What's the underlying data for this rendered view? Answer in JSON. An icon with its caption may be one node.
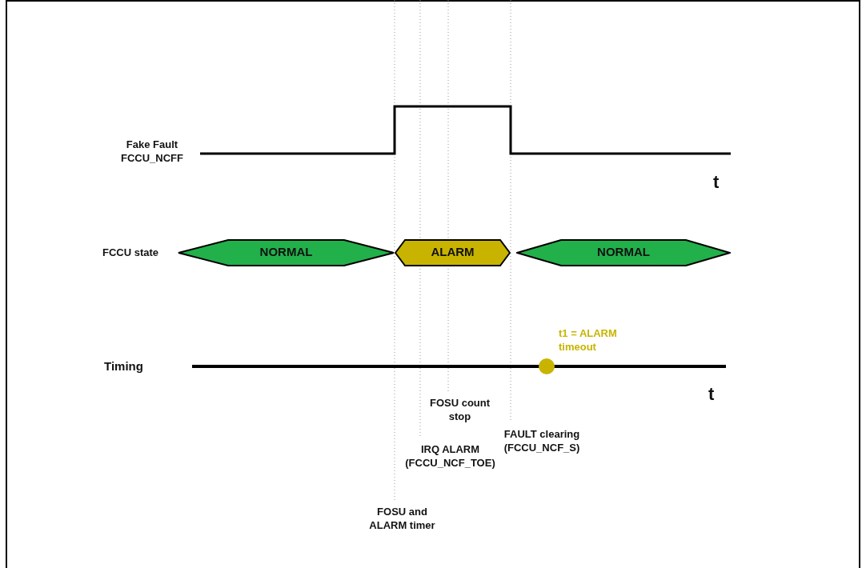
{
  "diagram": {
    "nodes": [
      {
        "text": [
          "NORMAL"
        ]
      },
      {
        "text": [
          "ALARM"
        ]
      },
      {
        "text": [
          "NORMAL"
        ]
      }
    ],
    "labels": [
      "Fake Fault FCCU_NCFF",
      "t",
      "FCCU state",
      "t1 = ALARM timeout",
      "Timing",
      "t",
      "FOSU count stop",
      "FAULT clearing (FCCU_NCF_S)",
      "IRQ ALARM (FCCU_NCF_TOE)",
      "FOSU and ALARM timer"
    ]
  }
}
